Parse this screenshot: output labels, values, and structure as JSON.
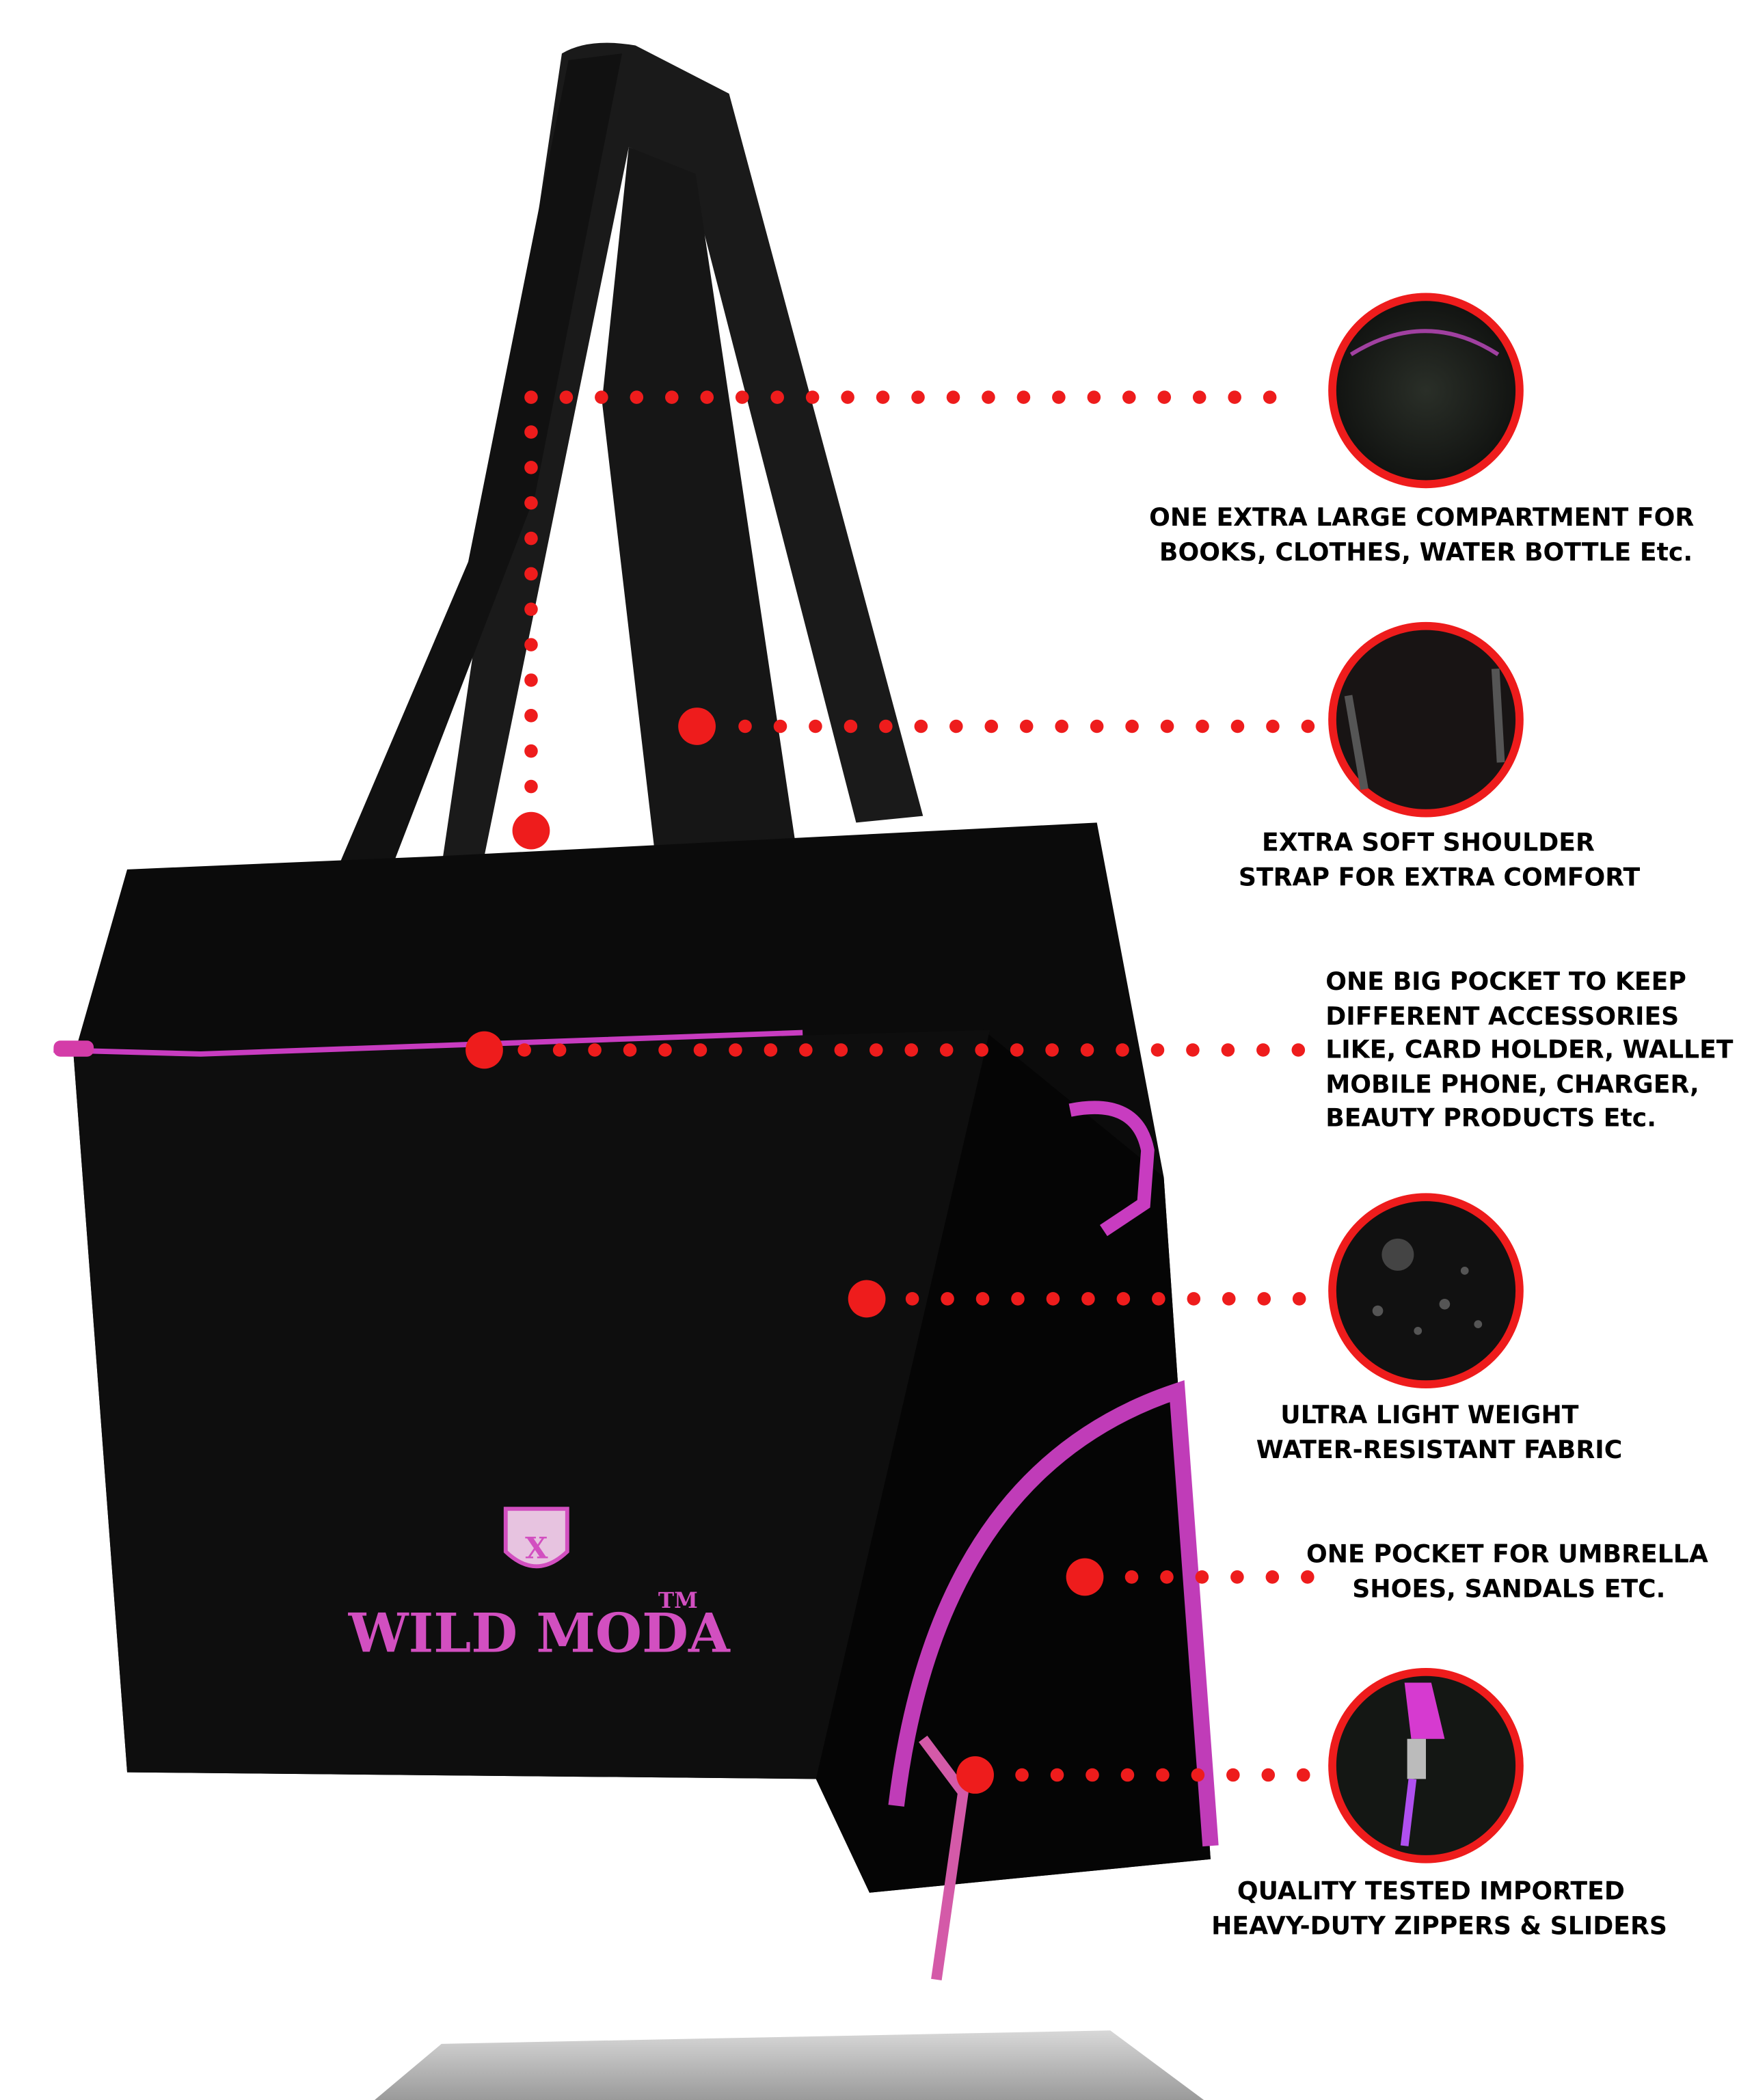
{
  "brand": {
    "name": "WILD MODA",
    "trademark": "TM"
  },
  "colors": {
    "accent_red": "#ee1c1c",
    "zipper_pink": "#c83cc0",
    "bag_black": "#0b0b0b"
  },
  "features": [
    {
      "lines": [
        "ONE EXTRA LARGE COMPARTMENT FOR",
        "BOOKS, CLOTHES, WATER  BOTTLE Etc."
      ]
    },
    {
      "lines": [
        "EXTRA SOFT SHOULDER",
        "STRAP FOR EXTRA COMFORT"
      ]
    },
    {
      "lines": [
        "ONE BIG POCKET TO KEEP",
        "DIFFERENT ACCESSORIES",
        "LIKE, CARD HOLDER, WALLET",
        "MOBILE PHONE, CHARGER,",
        "BEAUTY PRODUCTS Etc."
      ]
    },
    {
      "lines": [
        "ULTRA LIGHT WEIGHT",
        "WATER-RESISTANT FABRIC"
      ]
    },
    {
      "lines": [
        "ONE POCKET FOR UMBRELLA",
        "SHOES, SANDALS ETC."
      ]
    },
    {
      "lines": [
        "QUALITY TESTED IMPORTED",
        "HEAVY-DUTY ZIPPERS & SLIDERS"
      ]
    }
  ]
}
